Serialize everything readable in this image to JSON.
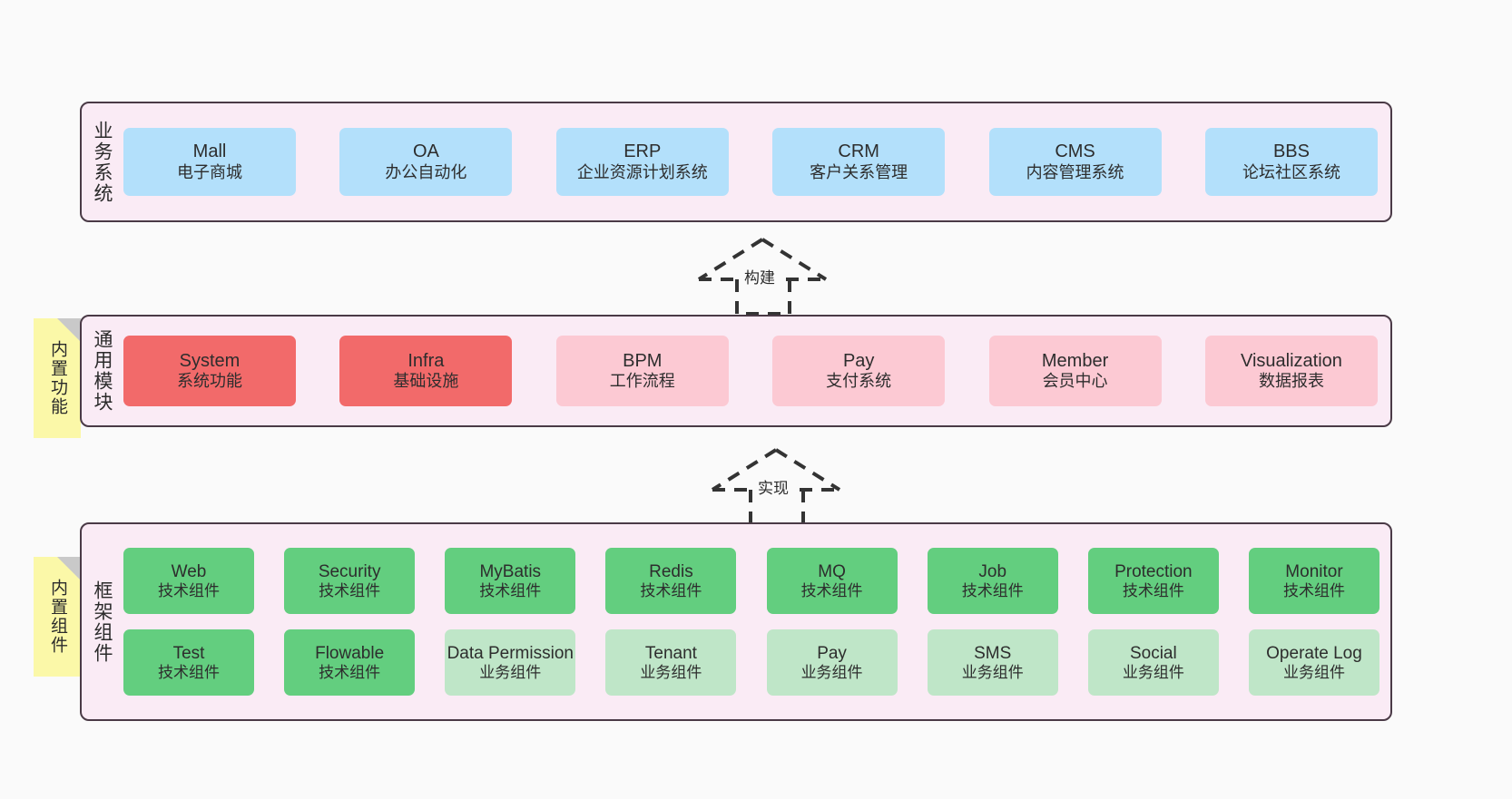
{
  "diagram": {
    "background_color": "#fafafa",
    "band_fill": "#faebf5",
    "band_border": "#4a3a46"
  },
  "layers": [
    {
      "id": "business",
      "label": "业务系统",
      "accent_color": "#b3e0fb",
      "rows": [
        {
          "cards": [
            {
              "title": "Mall",
              "subtitle": "电子商城",
              "emphasis": false
            },
            {
              "title": "OA",
              "subtitle": "办公自动化",
              "emphasis": false
            },
            {
              "title": "ERP",
              "subtitle": "企业资源计划系统",
              "emphasis": false
            },
            {
              "title": "CRM",
              "subtitle": "客户关系管理",
              "emphasis": false
            },
            {
              "title": "CMS",
              "subtitle": "内容管理系统",
              "emphasis": false
            },
            {
              "title": "BBS",
              "subtitle": "论坛社区系统",
              "emphasis": false
            }
          ]
        }
      ]
    },
    {
      "id": "modules",
      "label": "通用模块",
      "accent_color": "#fcc9d3",
      "emphasis_color": "#f26a6a",
      "sticky_note": "内置功能",
      "rows": [
        {
          "cards": [
            {
              "title": "System",
              "subtitle": "系统功能",
              "emphasis": true
            },
            {
              "title": "Infra",
              "subtitle": "基础设施",
              "emphasis": true
            },
            {
              "title": "BPM",
              "subtitle": "工作流程",
              "emphasis": false
            },
            {
              "title": "Pay",
              "subtitle": "支付系统",
              "emphasis": false
            },
            {
              "title": "Member",
              "subtitle": "会员中心",
              "emphasis": false
            },
            {
              "title": "Visualization",
              "subtitle": "数据报表",
              "emphasis": false
            }
          ]
        }
      ]
    },
    {
      "id": "framework",
      "label": "框架组件",
      "accent_color": "#bfe6c8",
      "emphasis_color": "#63ce7f",
      "sticky_note": "内置组件",
      "rows": [
        {
          "cards": [
            {
              "title": "Web",
              "subtitle": "技术组件",
              "emphasis": true
            },
            {
              "title": "Security",
              "subtitle": "技术组件",
              "emphasis": true
            },
            {
              "title": "MyBatis",
              "subtitle": "技术组件",
              "emphasis": true
            },
            {
              "title": "Redis",
              "subtitle": "技术组件",
              "emphasis": true
            },
            {
              "title": "MQ",
              "subtitle": "技术组件",
              "emphasis": true
            },
            {
              "title": "Job",
              "subtitle": "技术组件",
              "emphasis": true
            },
            {
              "title": "Protection",
              "subtitle": "技术组件",
              "emphasis": true
            },
            {
              "title": "Monitor",
              "subtitle": "技术组件",
              "emphasis": true
            }
          ]
        },
        {
          "cards": [
            {
              "title": "Test",
              "subtitle": "技术组件",
              "emphasis": true
            },
            {
              "title": "Flowable",
              "subtitle": "技术组件",
              "emphasis": true
            },
            {
              "title": "Data Permission",
              "subtitle": "业务组件",
              "emphasis": false
            },
            {
              "title": "Tenant",
              "subtitle": "业务组件",
              "emphasis": false
            },
            {
              "title": "Pay",
              "subtitle": "业务组件",
              "emphasis": false
            },
            {
              "title": "SMS",
              "subtitle": "业务组件",
              "emphasis": false
            },
            {
              "title": "Social",
              "subtitle": "业务组件",
              "emphasis": false
            },
            {
              "title": "Operate Log",
              "subtitle": "业务组件",
              "emphasis": false
            }
          ]
        }
      ]
    }
  ],
  "connectors": [
    {
      "id": "build",
      "label": "构建",
      "style": "dashed-generalization",
      "direction": "up"
    },
    {
      "id": "implement",
      "label": "实现",
      "style": "dashed-generalization",
      "direction": "up"
    }
  ]
}
